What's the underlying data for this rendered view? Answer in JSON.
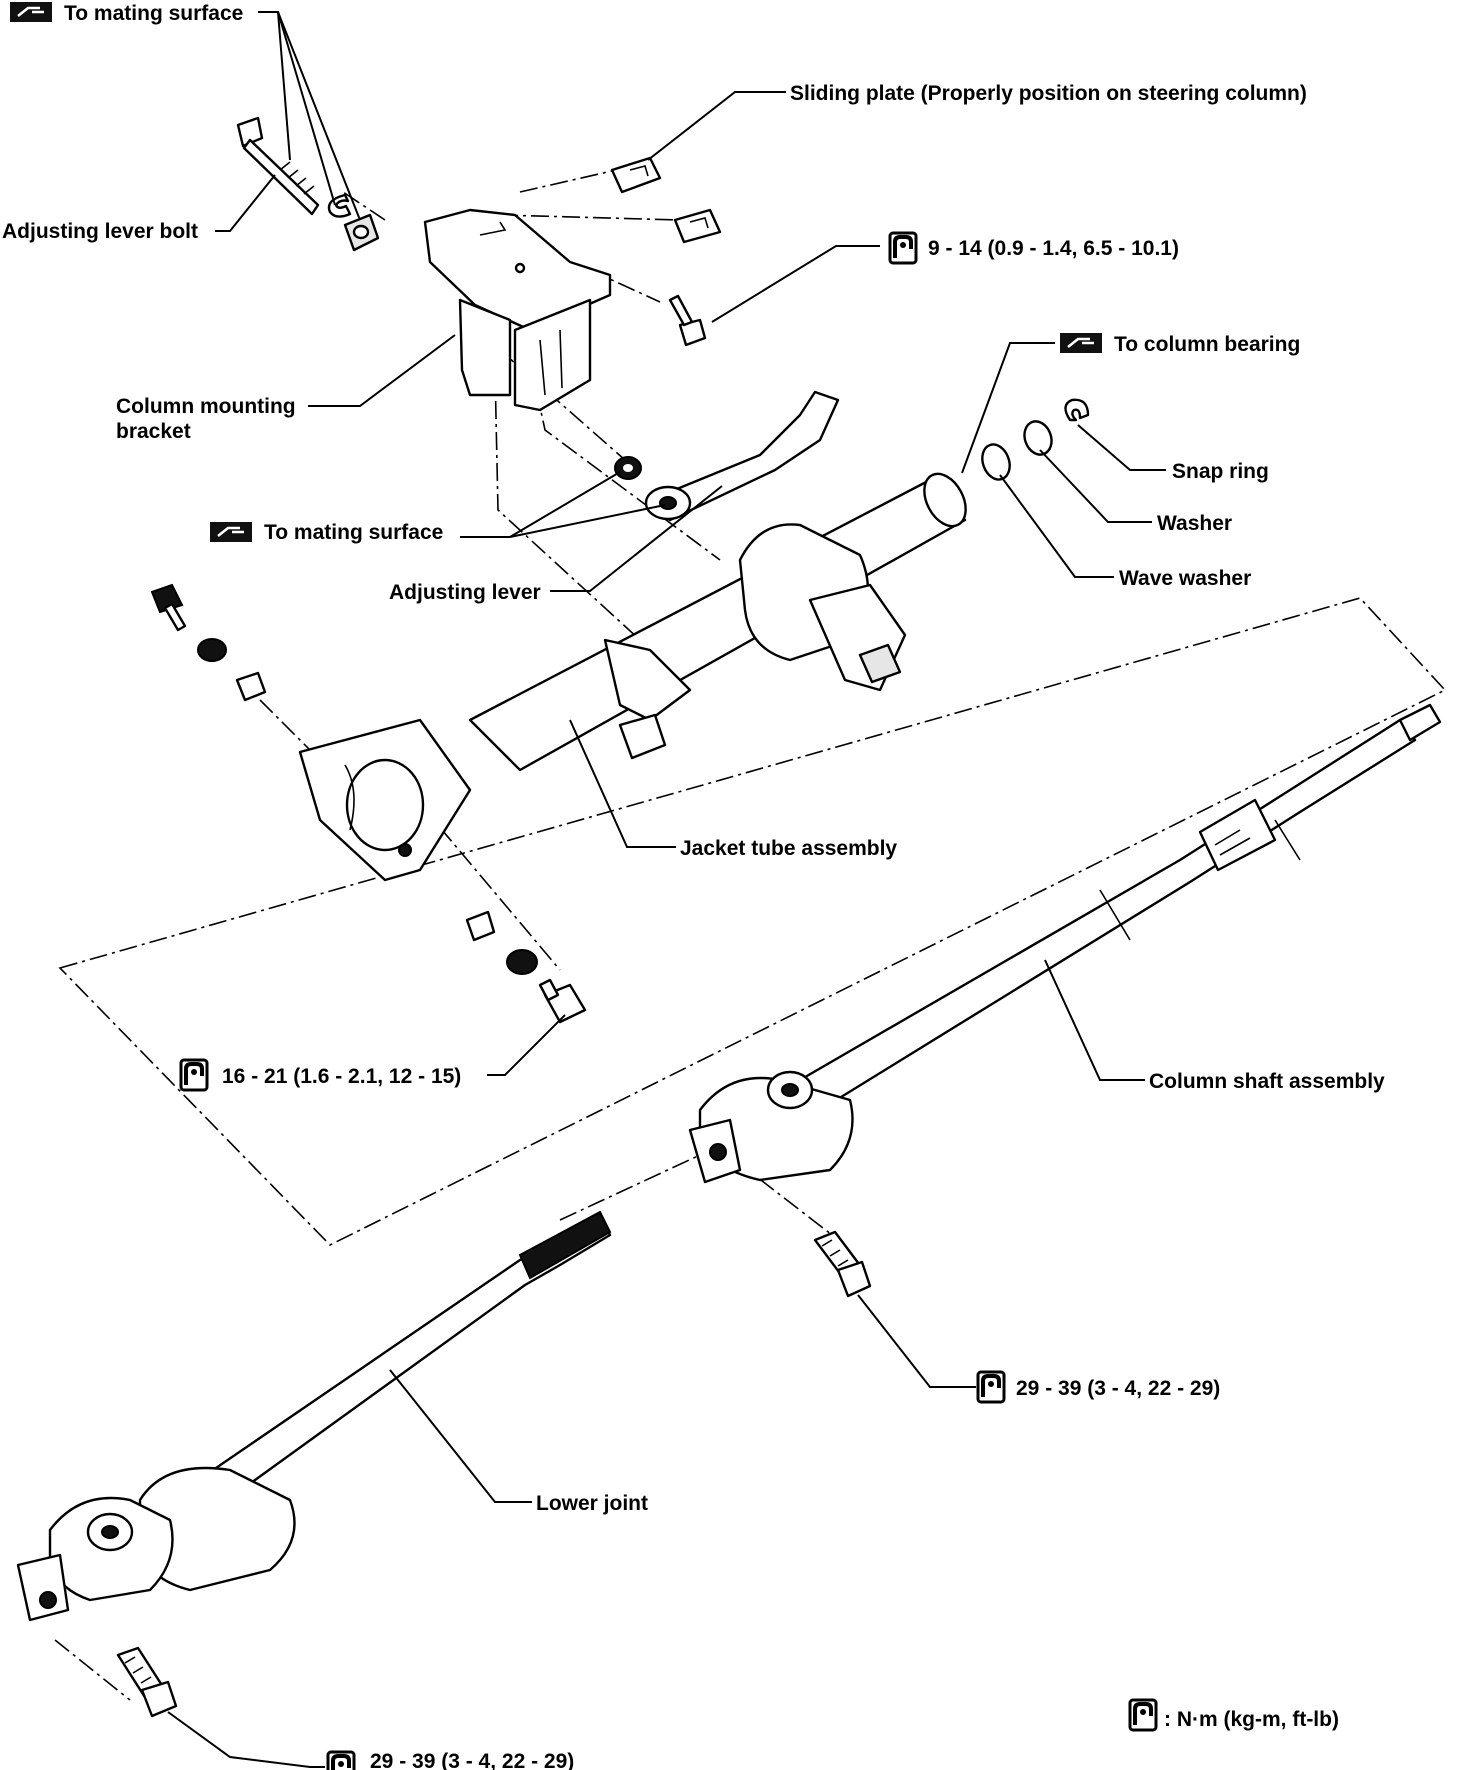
{
  "labels": {
    "to_mating_surface_top": "To mating surface",
    "sliding_plate": "Sliding plate (Properly position on steering column)",
    "adjusting_lever_bolt": "Adjusting lever bolt",
    "torque_bracket_bolt": "9 - 14 (0.9 - 1.4, 6.5 - 10.1)",
    "to_column_bearing": "To column bearing",
    "column_mounting_bracket_1": "Column mounting",
    "column_mounting_bracket_2": "bracket",
    "snap_ring": "Snap ring",
    "washer": "Washer",
    "wave_washer": "Wave washer",
    "to_mating_surface_mid": "To mating surface",
    "adjusting_lever": "Adjusting lever",
    "jacket_tube_assembly": "Jacket tube assembly",
    "torque_jacket_bolt": "16 - 21 (1.6 - 2.1, 12 - 15)",
    "column_shaft_assembly": "Column shaft assembly",
    "torque_upper_joint_bolt": "29 - 39 (3 - 4, 22 - 29)",
    "lower_joint": "Lower joint",
    "torque_lower_joint_bolt": "29 - 39 (3 - 4, 22 - 29)",
    "legend_units": ": N·m (kg-m, ft-lb)"
  },
  "icons": {
    "grease": "grease-symbol-icon",
    "torque": "torque-wrench-icon"
  }
}
